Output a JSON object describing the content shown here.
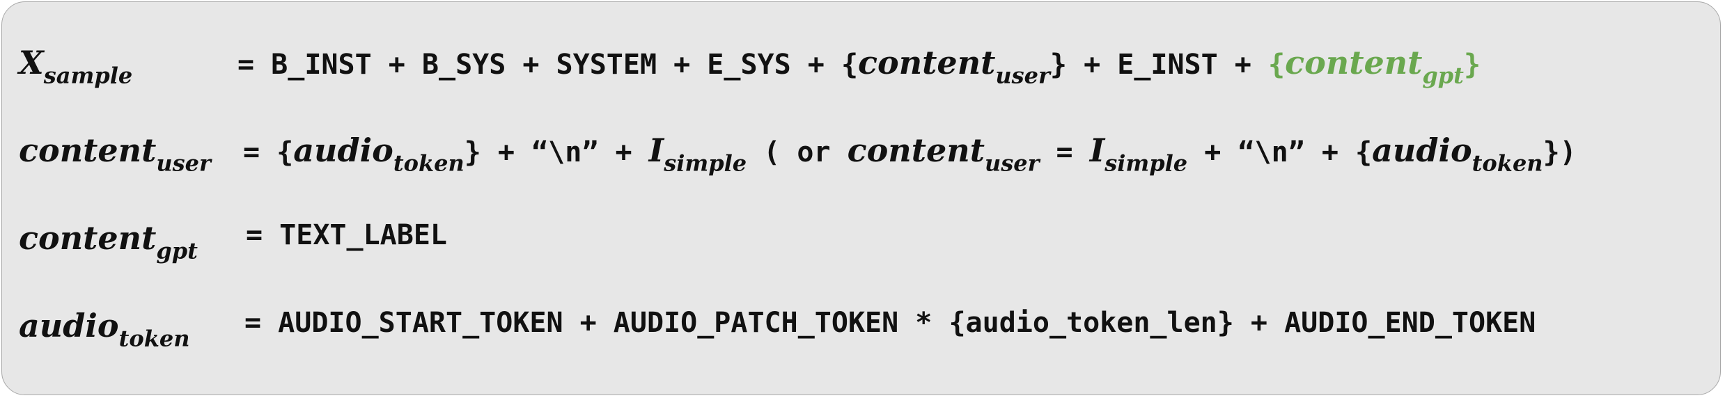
{
  "rows": [
    {
      "lhs": {
        "base": "X",
        "sub": "sample"
      },
      "rhs": {
        "t1": "= B_INST + B_SYS + SYSTEM + E_SYS + ",
        "b1_open": "{",
        "b1_base": "content",
        "b1_sub": "user",
        "b1_close": "}",
        "t2": " + E_INST + ",
        "g_open": "{",
        "g_base": "content",
        "g_sub": "gpt",
        "g_close": "}"
      }
    },
    {
      "lhs": {
        "base": "content",
        "sub": "user"
      },
      "rhs": {
        "t1": "= {",
        "a1_base": "audio",
        "a1_sub": "token",
        "t2": "} +  “\\n” + ",
        "i1_base": "I",
        "i1_sub": "simple",
        "t3": " ( or ",
        "c_base": "content",
        "c_sub": "user",
        "t4": " = ",
        "i2_base": "I",
        "i2_sub": "simple",
        "t5": " +  “\\n”  + {",
        "a2_base": "audio",
        "a2_sub": "token",
        "t6": "})"
      }
    },
    {
      "lhs": {
        "base": "content",
        "sub": "gpt"
      },
      "rhs": {
        "t1": "= TEXT_LABEL"
      }
    },
    {
      "lhs": {
        "base": "audio",
        "sub": "token"
      },
      "rhs": {
        "t1": "= AUDIO_START_TOKEN + AUDIO_PATCH_TOKEN * {audio_token_len} + AUDIO_END_TOKEN"
      }
    }
  ],
  "colors": {
    "panel_background": "#e7e7e7",
    "panel_border": "#a8a8a8",
    "text": "#111111",
    "gpt_highlight": "#6aa84f"
  }
}
